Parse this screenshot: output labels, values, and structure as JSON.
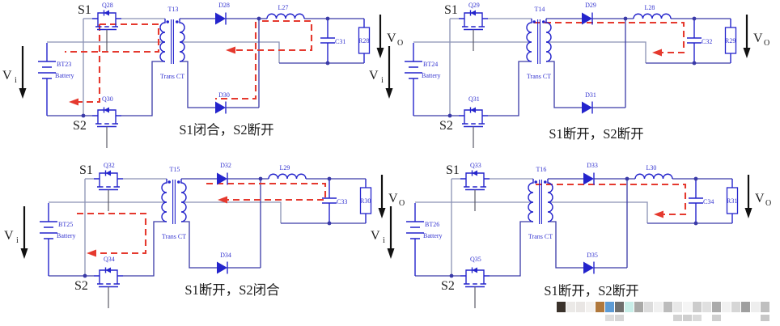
{
  "colors": {
    "wireGray": "#8a91b4",
    "wireNavy": "#3a3aa8",
    "component": "#2424cc",
    "label": "#3434d0",
    "traceRed": "#e5392e",
    "ink": "#1c1c1c"
  },
  "shared": {
    "s1": "S1",
    "s2": "S2",
    "v": "V",
    "vin_sub": "i",
    "vout_sub": "O",
    "trans_label": "Trans CT",
    "battery_label": "Battery"
  },
  "quadrants": {
    "q1": {
      "caption": "S1闭合，S2断开",
      "mosfet_top": "Q28",
      "mosfet_bottom": "Q30",
      "transformer": "T13",
      "battery_ref": "BT23",
      "diode_top": "D28",
      "diode_bottom": "D30",
      "inductor": "L27",
      "capacitor": "C31",
      "resistor": "R28"
    },
    "q2": {
      "caption": "S1断开，S2断开",
      "mosfet_top": "Q29",
      "mosfet_bottom": "Q31",
      "transformer": "T14",
      "battery_ref": "BT24",
      "diode_top": "D29",
      "diode_bottom": "D31",
      "inductor": "L28",
      "capacitor": "C32",
      "resistor": "R29"
    },
    "q3": {
      "caption": "S1断开，S2闭合",
      "mosfet_top": "Q32",
      "mosfet_bottom": "Q34",
      "transformer": "T15",
      "battery_ref": "BT25",
      "diode_top": "D32",
      "diode_bottom": "D34",
      "inductor": "L29",
      "capacitor": "C33",
      "resistor": "R30"
    },
    "q4": {
      "caption": "S1断开，S2断开",
      "mosfet_top": "Q33",
      "mosfet_bottom": "Q35",
      "transformer": "T16",
      "battery_ref": "BT26",
      "diode_top": "D33",
      "diode_bottom": "D35",
      "inductor": "L30",
      "capacitor": "C34",
      "resistor": "R31"
    }
  },
  "watermark": {
    "row1": [
      "#3a322b",
      "#ebe9e7",
      "#e9e6e4",
      "#f3f1ef",
      "#b0783c",
      "#5d9bd4",
      "#6f6f6d",
      "#c8eee8",
      "#a9a9a7",
      "#dcdcdc",
      "#f0f0f0",
      "#bcbcbc",
      "#e8e8e8",
      "#f5f5f5",
      "#cccccc",
      "#e0e0e0",
      "#ababab",
      "#f1f1f1",
      "#d6d6d6",
      "#9f9f9f",
      "#eeeeee",
      "#bfbfbf"
    ],
    "row2": [
      "transparent",
      "transparent",
      "transparent",
      "transparent",
      "#dddddd",
      "#d6d6d6",
      "transparent",
      "transparent",
      "transparent",
      "transparent",
      "transparent",
      "#d2d2d2",
      "#cfcfcf",
      "#dadada",
      "transparent",
      "#cfcfcf",
      "transparent",
      "transparent",
      "transparent",
      "transparent",
      "#c7c7c7",
      "transparent"
    ]
  }
}
